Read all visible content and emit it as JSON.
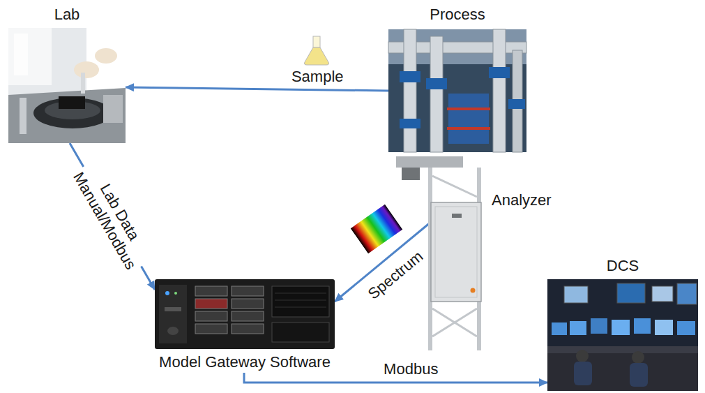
{
  "diagram": {
    "nodes": [
      {
        "text": [
          "Lab"
        ]
      },
      {
        "text": [
          "Process"
        ]
      },
      {
        "text": [
          "Analyzer"
        ]
      },
      {
        "text": [
          "Model Gateway Software"
        ]
      },
      {
        "text": [
          "DCS"
        ]
      }
    ],
    "edges": [
      {
        "from": 1,
        "to": 0,
        "arrow": "to",
        "label": "Sample"
      },
      {
        "from": 0,
        "to": 3,
        "arrow": "to",
        "label": "Lab Data Manual/Modbus"
      },
      {
        "from": 2,
        "to": 3,
        "arrow": "to",
        "label": "Spectrum"
      },
      {
        "from": 3,
        "to": 4,
        "arrow": "to",
        "label": "Modbus"
      }
    ]
  }
}
